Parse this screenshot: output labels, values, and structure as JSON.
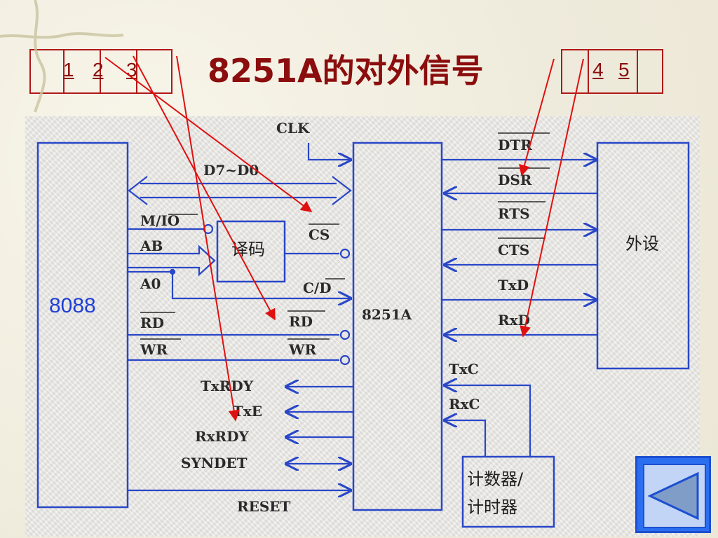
{
  "title": "8251A的对外信号",
  "links_left": [
    "1",
    "2",
    "3"
  ],
  "links_right": [
    "4",
    "5"
  ],
  "cpu_label": "8088",
  "chip_label": "8251A",
  "peripheral_label": "外设",
  "decoder_label": "译码",
  "counter_label_1": "计数器/",
  "counter_label_2": "计时器",
  "signals": {
    "clk": "CLK",
    "data_bus": "D7~D0",
    "mio": "M/IO",
    "ab": "AB",
    "a0": "A0",
    "cs": "CS",
    "cd": "C/D",
    "rd_left": "RD",
    "wr_left": "WR",
    "rd_right": "RD",
    "wr_right": "WR",
    "txrdy": "TxRDY",
    "txe": "TxE",
    "rxrdy": "RxRDY",
    "syndet": "SYNDET",
    "reset": "RESET",
    "dtr": "DTR",
    "dsr": "DSR",
    "rts": "RTS",
    "cts": "CTS",
    "txd": "TxD",
    "rxd": "RxD",
    "txc": "TxC",
    "rxc": "RxC"
  },
  "colors": {
    "title": "#8b0d0d",
    "link_border": "#b01818",
    "wire": "#2a47c8",
    "pointer": "#e01010",
    "cpu_label": "#1f3fd6"
  },
  "nav": {
    "icon": "triangle-left-icon"
  }
}
